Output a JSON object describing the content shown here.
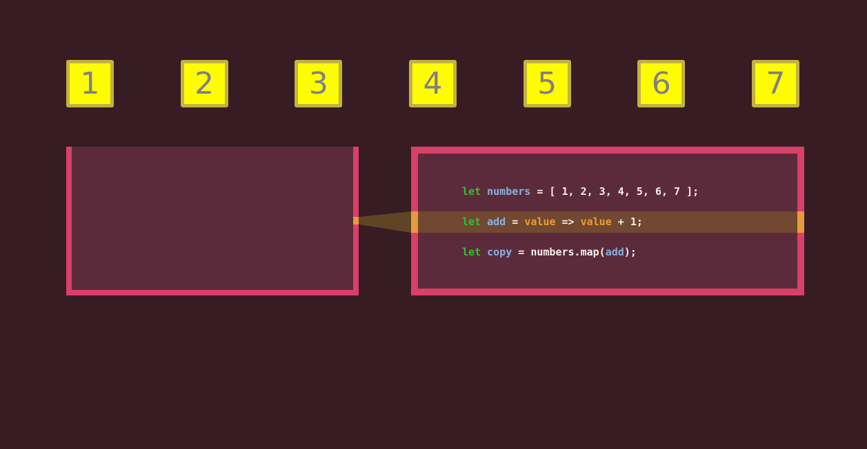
{
  "colors": {
    "background": "#371c24",
    "box_border": "#d84069",
    "box_interior": "#5c2b3b",
    "band": "#714831",
    "band_edge": "#e89a3d",
    "beam": "#5e4424",
    "square_fill": "#fdfd00",
    "square_border": "#c2b240",
    "square_digit": "#808084",
    "code_keyword": "#2fc22f",
    "code_identifier": "#86b2e2",
    "code_parameter": "#ef9d2d",
    "code_plain": "#f2efe8"
  },
  "array_items": [
    "1",
    "2",
    "3",
    "4",
    "5",
    "6",
    "7"
  ],
  "code": {
    "lines": [
      {
        "name": "declare-numbers",
        "highlighted": false,
        "tokens": [
          [
            "keyword",
            "let"
          ],
          [
            "plain",
            " "
          ],
          [
            "identifier",
            "numbers"
          ],
          [
            "plain",
            " = [ 1, 2, 3, 4, 5, 6, 7 ];"
          ]
        ]
      },
      {
        "name": "declare-add",
        "highlighted": true,
        "tokens": [
          [
            "keyword",
            "let"
          ],
          [
            "plain",
            " "
          ],
          [
            "identifier",
            "add"
          ],
          [
            "plain",
            " = "
          ],
          [
            "parameter",
            "value"
          ],
          [
            "plain",
            " => "
          ],
          [
            "parameter",
            "value"
          ],
          [
            "plain",
            " + 1;"
          ]
        ]
      },
      {
        "name": "declare-copy",
        "highlighted": false,
        "tokens": [
          [
            "keyword",
            "let"
          ],
          [
            "plain",
            " "
          ],
          [
            "identifier",
            "copy"
          ],
          [
            "plain",
            " = numbers.map("
          ],
          [
            "identifier",
            "add"
          ],
          [
            "plain",
            ");"
          ]
        ]
      }
    ]
  }
}
